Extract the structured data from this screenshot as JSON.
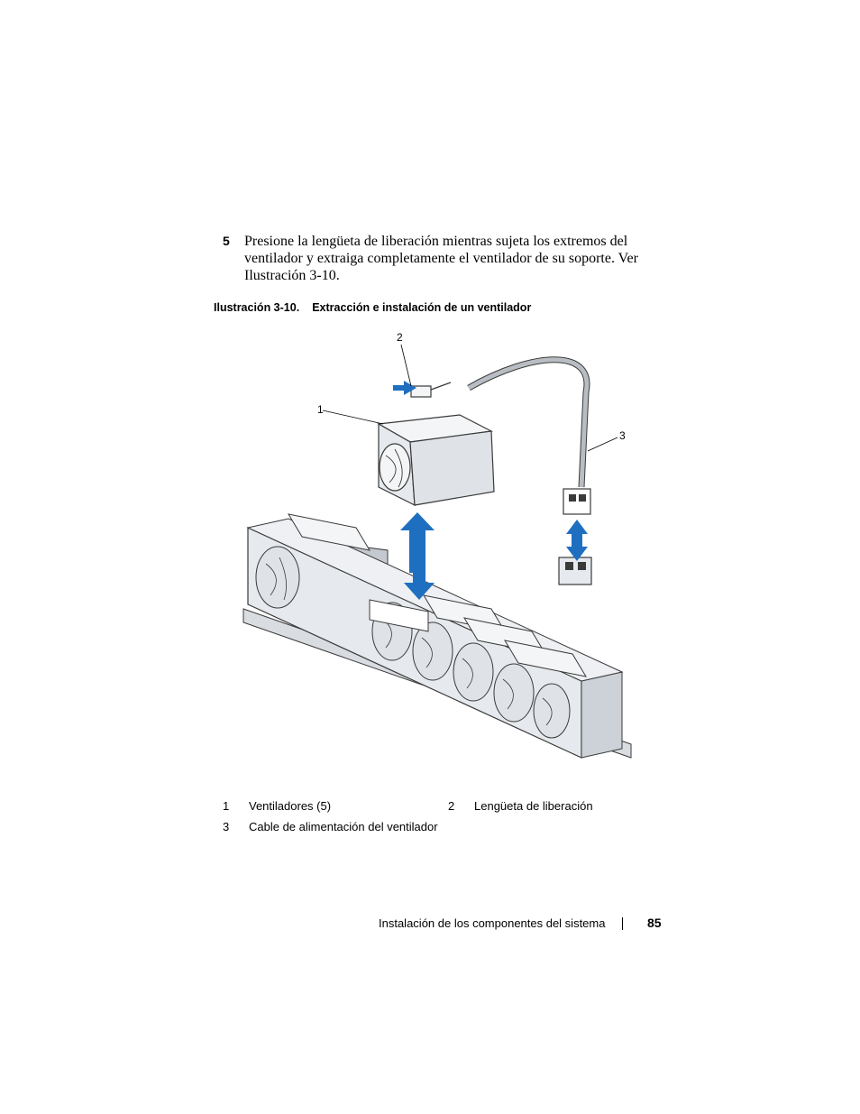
{
  "step": {
    "number": "5",
    "text": "Presione la lengüeta de liberación mientras sujeta los extremos del ventilador y extraiga completamente el ventilador de su soporte. Ver Ilustración 3-10."
  },
  "figure": {
    "label": "Ilustración 3-10.",
    "title": "Extracción e instalación de un ventilador",
    "callouts": [
      "1",
      "2",
      "3"
    ]
  },
  "legend": [
    {
      "num": "1",
      "text": "Ventiladores (5)"
    },
    {
      "num": "2",
      "text": "Lengüeta de liberación"
    },
    {
      "num": "3",
      "text": "Cable de alimentación del ventilador"
    }
  ],
  "footer": {
    "section": "Instalación de los componentes del sistema",
    "page": "85"
  },
  "colors": {
    "arrow_blue": "#1f6fc0",
    "metal_light": "#e6e9ed",
    "metal_mid": "#c4c9cf",
    "line": "#3a3a3a"
  }
}
